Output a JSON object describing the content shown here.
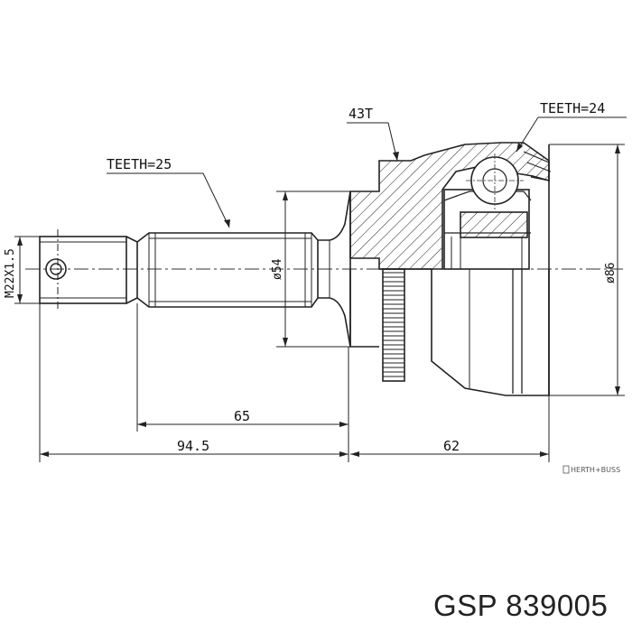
{
  "labels": {
    "teeth_shaft": "TEETH=25",
    "abs_teeth": "43T",
    "teeth_inner": "TEETH=24",
    "thread": "M22X1.5",
    "dia_shaft": "ø54",
    "dia_outer": "ø86",
    "len_65": "65",
    "len_945": "94.5",
    "len_62": "62",
    "watermark": "HERTH+BUSS"
  },
  "caption": {
    "brand": "GSP",
    "part_number": "839005"
  }
}
